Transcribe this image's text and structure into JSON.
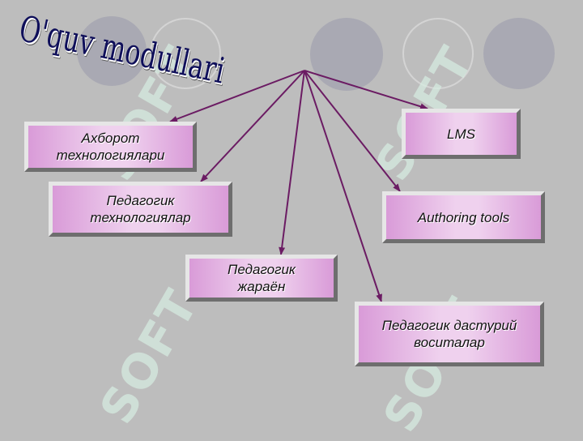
{
  "slide": {
    "title": "O'quv modullari",
    "watermark_text": "SOFT",
    "colors": {
      "background": "#bdbdbd",
      "title": "#0f0f5a",
      "arrow": "#6b1b63",
      "box_fill_edge": "#d99bd8",
      "box_fill_center": "#efd1ee",
      "watermark": "#d6ebe0"
    }
  },
  "modules": [
    {
      "id": "axborot",
      "label": "Ахборот\nтехнологиялари"
    },
    {
      "id": "ped-tech",
      "label": "Педагогик\nтехнологиялар"
    },
    {
      "id": "ped-process",
      "label": "Педагогик\nжараён"
    },
    {
      "id": "lms",
      "label": "LMS"
    },
    {
      "id": "authoring",
      "label": "Authoring tools"
    },
    {
      "id": "ped-soft",
      "label": "Педагогик дастурий\nвоситалар"
    }
  ]
}
